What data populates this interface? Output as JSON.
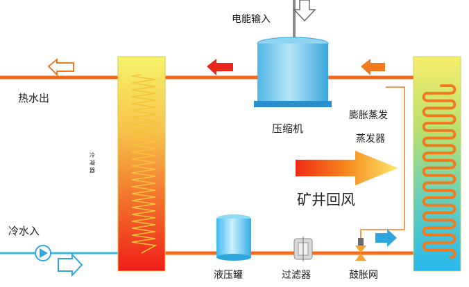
{
  "labels": {
    "power_input": "电能输入",
    "compressor": "压缩机",
    "hot_water_out": "热水出",
    "cold_water_in": "冷水入",
    "condenser": "冷凝器",
    "expansion_evaporator_line1": "膨胀蒸发",
    "expansion_evaporator_line2": "蒸发器",
    "mine_return_air": "矿井回风",
    "liquid_tank": "液压罐",
    "filter": "过滤器",
    "expansion_valve": "鼓胀网"
  },
  "colors": {
    "pipe": "#f26a1b",
    "water_pipe": "#35b8e8",
    "condenser_top": "#f5f068",
    "condenser_bottom": "#f01c18",
    "evaporator_top": "#f7ee6a",
    "evaporator_bottom": "#26b9ea",
    "compressor": "#62c3ec",
    "tank": "#4ec3ee",
    "arrow_red": "#e8261c",
    "arrow_orange": "#f07a1e"
  },
  "icons": {
    "pump": "pump-icon",
    "filter": "filter-icon",
    "valve": "expansion-valve-icon"
  }
}
